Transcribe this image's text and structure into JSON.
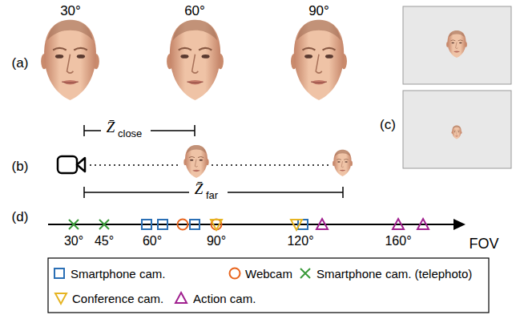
{
  "diagram": {
    "labels": [
      "(a)",
      "30°",
      "60°",
      "90°",
      "(b)",
      "Z̄",
      "close",
      "Z̄",
      "far",
      "(c)",
      "(d)",
      "30°",
      "45°",
      "60°",
      "90°",
      "120°",
      "160°",
      "FOV"
    ],
    "legend": [
      {
        "text": "Smartphone cam."
      },
      {
        "text": "Webcam"
      },
      {
        "text": "Smartphone cam. (telephoto)"
      },
      {
        "text": "Conference cam."
      },
      {
        "text": "Action cam."
      }
    ]
  }
}
